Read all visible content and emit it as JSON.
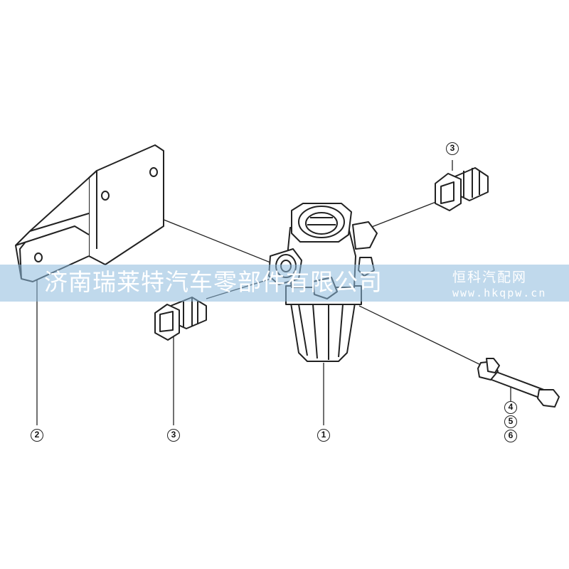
{
  "watermark": {
    "company": "济南瑞莱特汽车零部件有限公司",
    "site_name": "恒科汽配网",
    "site_url": "www.hkqpw.cn"
  },
  "callouts": {
    "part_1": "1",
    "part_2": "2",
    "part_3_left": "3",
    "part_3_right": "3",
    "part_4": "4",
    "part_5": "5",
    "part_6": "6"
  },
  "colors": {
    "line": "#222222",
    "banner": "#8cb9dc"
  }
}
